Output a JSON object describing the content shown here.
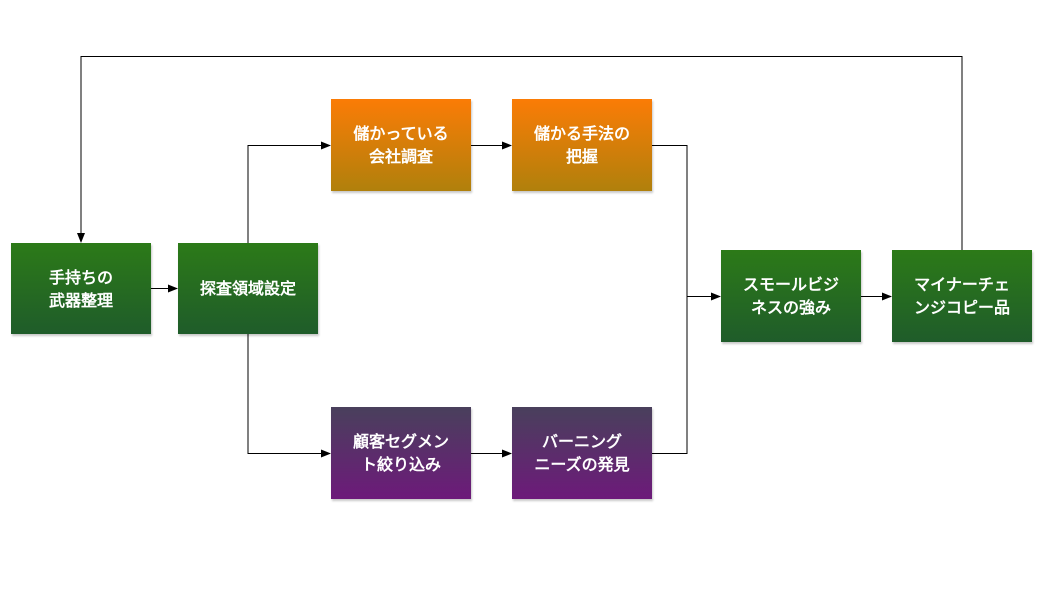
{
  "nodes": {
    "tools": {
      "label": "手持ちの\n武器整理",
      "color": "#1f5c2a"
    },
    "explore": {
      "label": "探査領域設定",
      "color": "#1f5c2a"
    },
    "company": {
      "label": "儲かっている\n会社調査",
      "color": "#fb7c06"
    },
    "method": {
      "label": "儲かる手法の\n把握",
      "color": "#fb7c06"
    },
    "segment": {
      "label": "顧客セグメン\nト絞り込み",
      "color": "#6d1a7a"
    },
    "needs": {
      "label": "バーニング\nニーズの発見",
      "color": "#6d1a7a"
    },
    "small": {
      "label": "スモールビジ\nネスの強み",
      "color": "#1f5c2a"
    },
    "copy": {
      "label": "マイナーチェ\nンジコピー品",
      "color": "#1f5c2a"
    }
  },
  "edges": [
    {
      "from": "tools",
      "to": "explore"
    },
    {
      "from": "explore",
      "to": "company"
    },
    {
      "from": "explore",
      "to": "segment"
    },
    {
      "from": "company",
      "to": "method"
    },
    {
      "from": "segment",
      "to": "needs"
    },
    {
      "from": "method",
      "to": "small"
    },
    {
      "from": "needs",
      "to": "small"
    },
    {
      "from": "small",
      "to": "copy"
    },
    {
      "from": "copy",
      "to": "tools"
    }
  ]
}
